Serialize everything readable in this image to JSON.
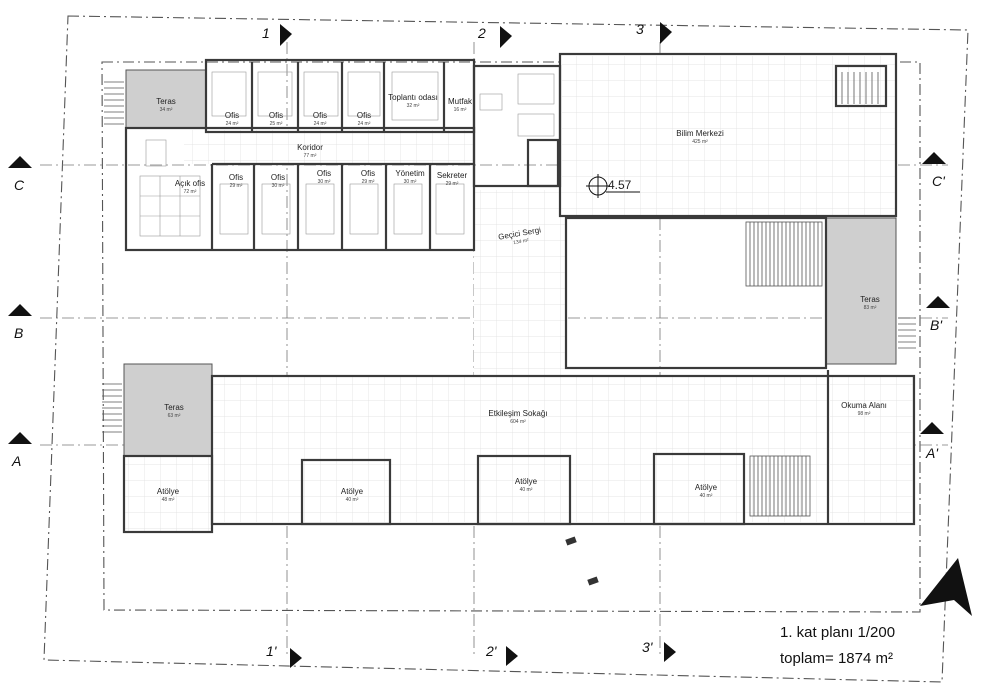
{
  "caption": {
    "title": "1. kat planı 1/200",
    "total": "toplam= 1874 m²"
  },
  "elevation": "4.57",
  "axes": {
    "top": [
      "1",
      "2",
      "3"
    ],
    "bottom": [
      "1'",
      "2'",
      "3'"
    ],
    "left": [
      "C",
      "B",
      "A"
    ],
    "right": [
      "C'",
      "B'",
      "A'"
    ]
  },
  "rooms": [
    {
      "name": "Teras",
      "area": "34 m²"
    },
    {
      "name": "Ofis",
      "area": "24 m²"
    },
    {
      "name": "Ofis",
      "area": "25 m²"
    },
    {
      "name": "Ofis",
      "area": "24 m²"
    },
    {
      "name": "Ofis",
      "area": "24 m²"
    },
    {
      "name": "Toplantı odası",
      "area": "32 m²"
    },
    {
      "name": "Mutfak",
      "area": "16 m²"
    },
    {
      "name": "Koridor",
      "area": "77 m²"
    },
    {
      "name": "Açık ofis",
      "area": "72 m²"
    },
    {
      "name": "Ofis",
      "area": "29 m²"
    },
    {
      "name": "Ofis",
      "area": "30 m²"
    },
    {
      "name": "Ofis",
      "area": "30 m²"
    },
    {
      "name": "Ofis",
      "area": "29 m²"
    },
    {
      "name": "Yönetim",
      "area": "30 m²"
    },
    {
      "name": "Sekreter",
      "area": "29 m²"
    },
    {
      "name": "Bilim Merkezi",
      "area": "425 m²"
    },
    {
      "name": "Geçici Sergi",
      "area": "134 m²"
    },
    {
      "name": "Teras",
      "area": "83 m²"
    },
    {
      "name": "Teras",
      "area": "63 m²"
    },
    {
      "name": "Etkileşim Sokağı",
      "area": "604 m²"
    },
    {
      "name": "Okuma Alanı",
      "area": "98 m²"
    },
    {
      "name": "Atölye",
      "area": "48 m²"
    },
    {
      "name": "Atölye",
      "area": "40 m²"
    },
    {
      "name": "Atölye",
      "area": "40 m²"
    },
    {
      "name": "Atölye",
      "area": "40 m²"
    }
  ]
}
